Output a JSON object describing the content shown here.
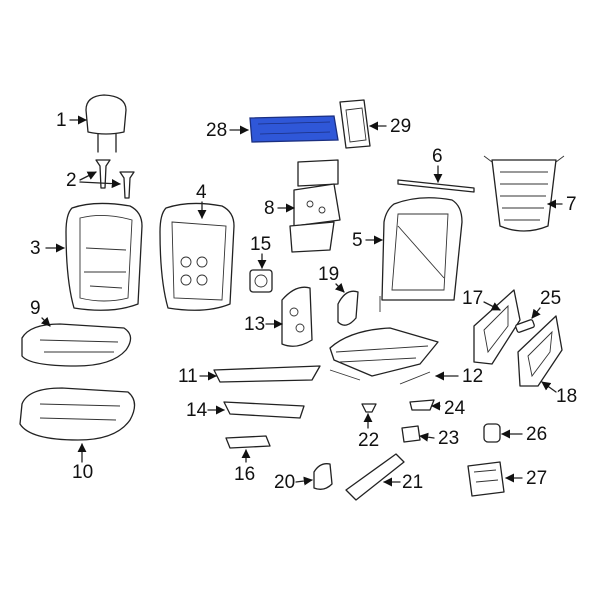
{
  "diagram": {
    "highlight_color": "#2f57d8",
    "highlighted_part": "28",
    "callouts": [
      "1",
      "2",
      "3",
      "4",
      "5",
      "6",
      "7",
      "8",
      "9",
      "10",
      "11",
      "12",
      "13",
      "14",
      "15",
      "16",
      "17",
      "18",
      "19",
      "20",
      "21",
      "22",
      "23",
      "24",
      "25",
      "26",
      "27",
      "28",
      "29"
    ]
  }
}
